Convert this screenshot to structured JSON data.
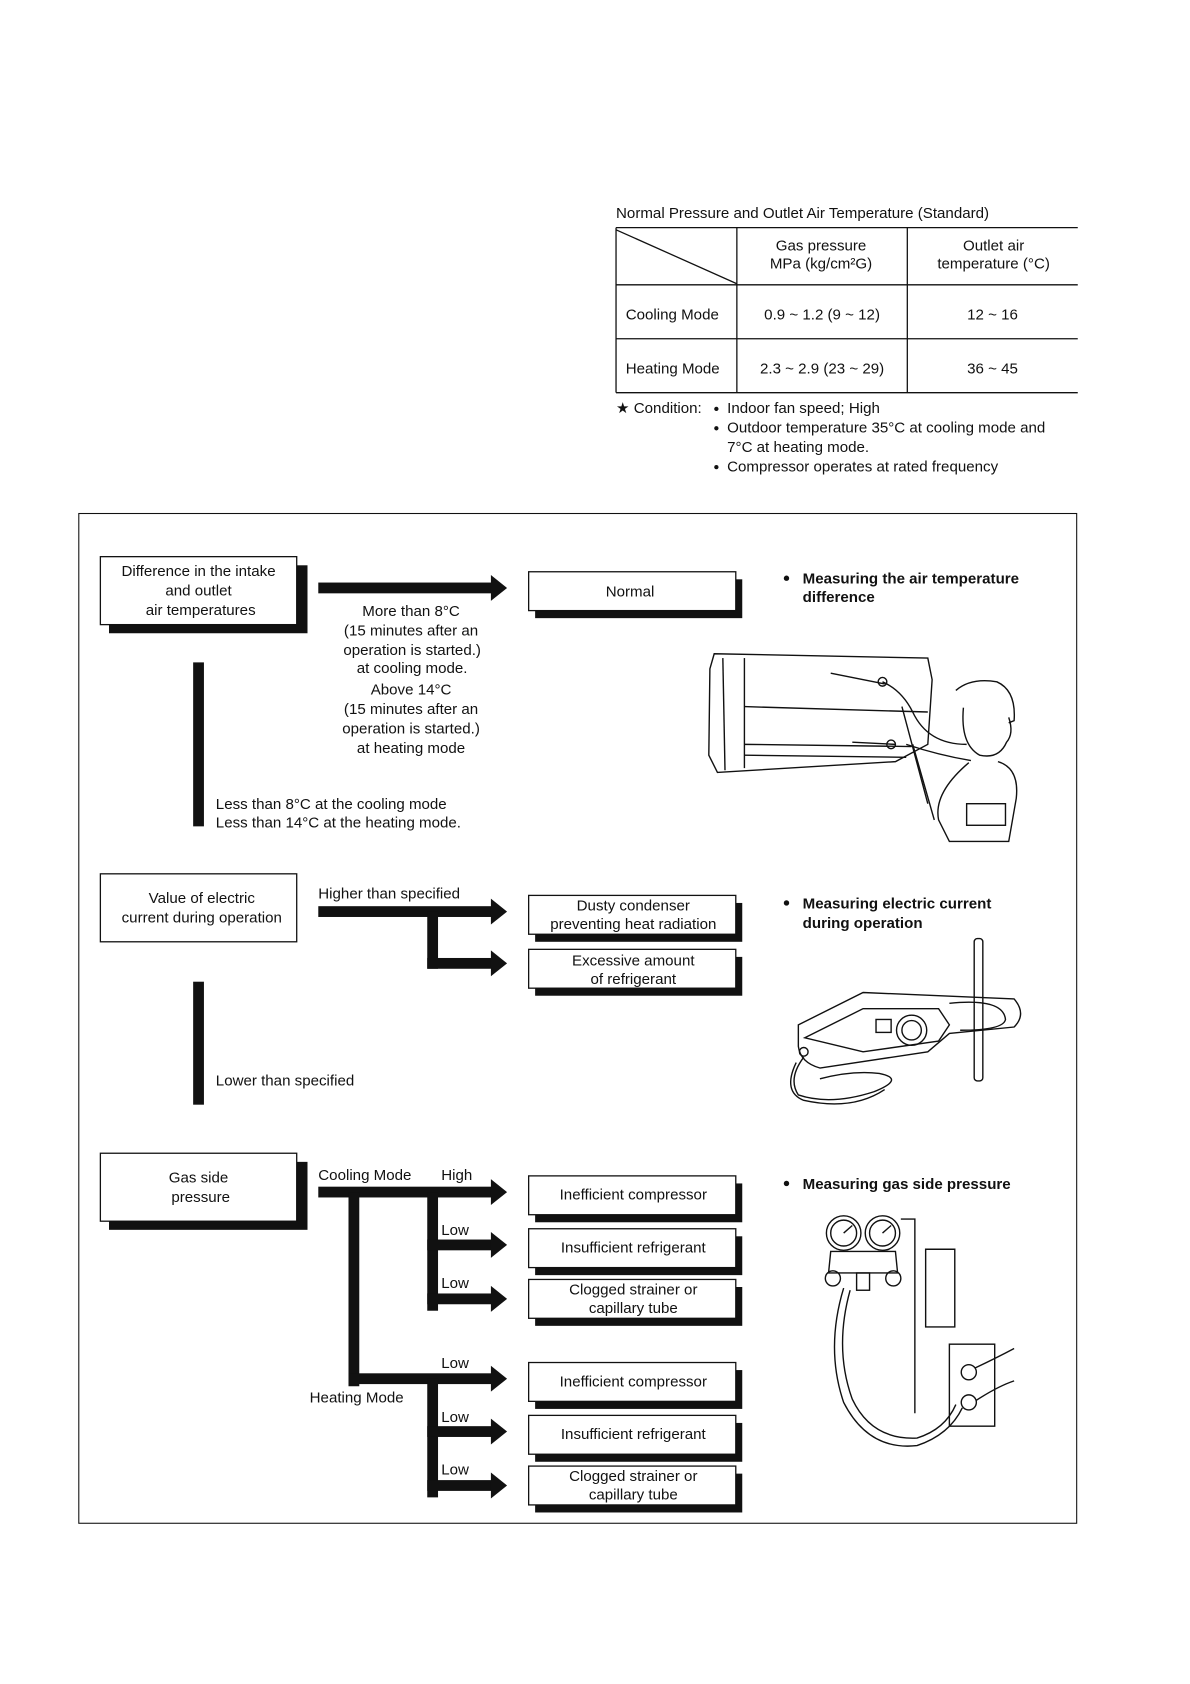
{
  "table": {
    "caption": "Normal Pressure and Outlet Air Temperature (Standard)",
    "col1_header": [
      "Gas pressure",
      "MPa (kg/cm²G)"
    ],
    "col2_header": [
      "Outlet air",
      "temperature (°C)"
    ],
    "rows": [
      {
        "mode": "Cooling Mode",
        "pressure": "0.9 ~ 1.2 (9 ~ 12)",
        "temp": "12 ~ 16"
      },
      {
        "mode": "Heating Mode",
        "pressure": "2.3 ~ 2.9 (23 ~ 29)",
        "temp": "36 ~ 45"
      }
    ]
  },
  "condition": {
    "label": "★ Condition:",
    "items": [
      "Indoor fan speed; High",
      "Outdoor temperature 35°C at cooling mode and",
      "7°C at heating mode.",
      "Compressor operates at rated frequency"
    ]
  },
  "flow1": {
    "start_box": [
      "Difference in the intake",
      "and outlet",
      "air temperatures"
    ],
    "condition_text": [
      "More than 8°C",
      "(15 minutes after an",
      "operation is started.)",
      "at cooling mode.",
      "Above 14°C",
      "(15 minutes after an",
      "operation is started.)",
      "at heating mode"
    ],
    "result_box": "Normal",
    "lower_text": [
      "Less than 8°C at the cooling mode",
      "Less than 14°C at the heating mode."
    ],
    "note": [
      "Measuring the air temperature",
      "difference"
    ]
  },
  "flow2": {
    "start_box": [
      "Value of electric",
      "current during operation"
    ],
    "higher_label": "Higher than specified",
    "results": [
      [
        "Dusty condenser",
        "preventing heat radiation"
      ],
      [
        "Excessive amount",
        "of refrigerant"
      ]
    ],
    "lower_label": "Lower than specified",
    "note": [
      "Measuring electric current",
      "during operation"
    ]
  },
  "flow3": {
    "start_box": [
      "Gas side",
      "pressure"
    ],
    "cooling_label": "Cooling Mode",
    "heating_label": "Heating Mode",
    "branch_labels": [
      "High",
      "Low",
      "Low",
      "Low",
      "Low",
      "Low"
    ],
    "results": [
      [
        "Inefficient compressor"
      ],
      [
        "Insufficient refrigerant"
      ],
      [
        "Clogged strainer or",
        "capillary tube"
      ],
      [
        "Inefficient compressor"
      ],
      [
        "Insufficient refrigerant"
      ],
      [
        "Clogged strainer or",
        "capillary tube"
      ]
    ],
    "note": [
      "Measuring gas side pressure"
    ]
  }
}
